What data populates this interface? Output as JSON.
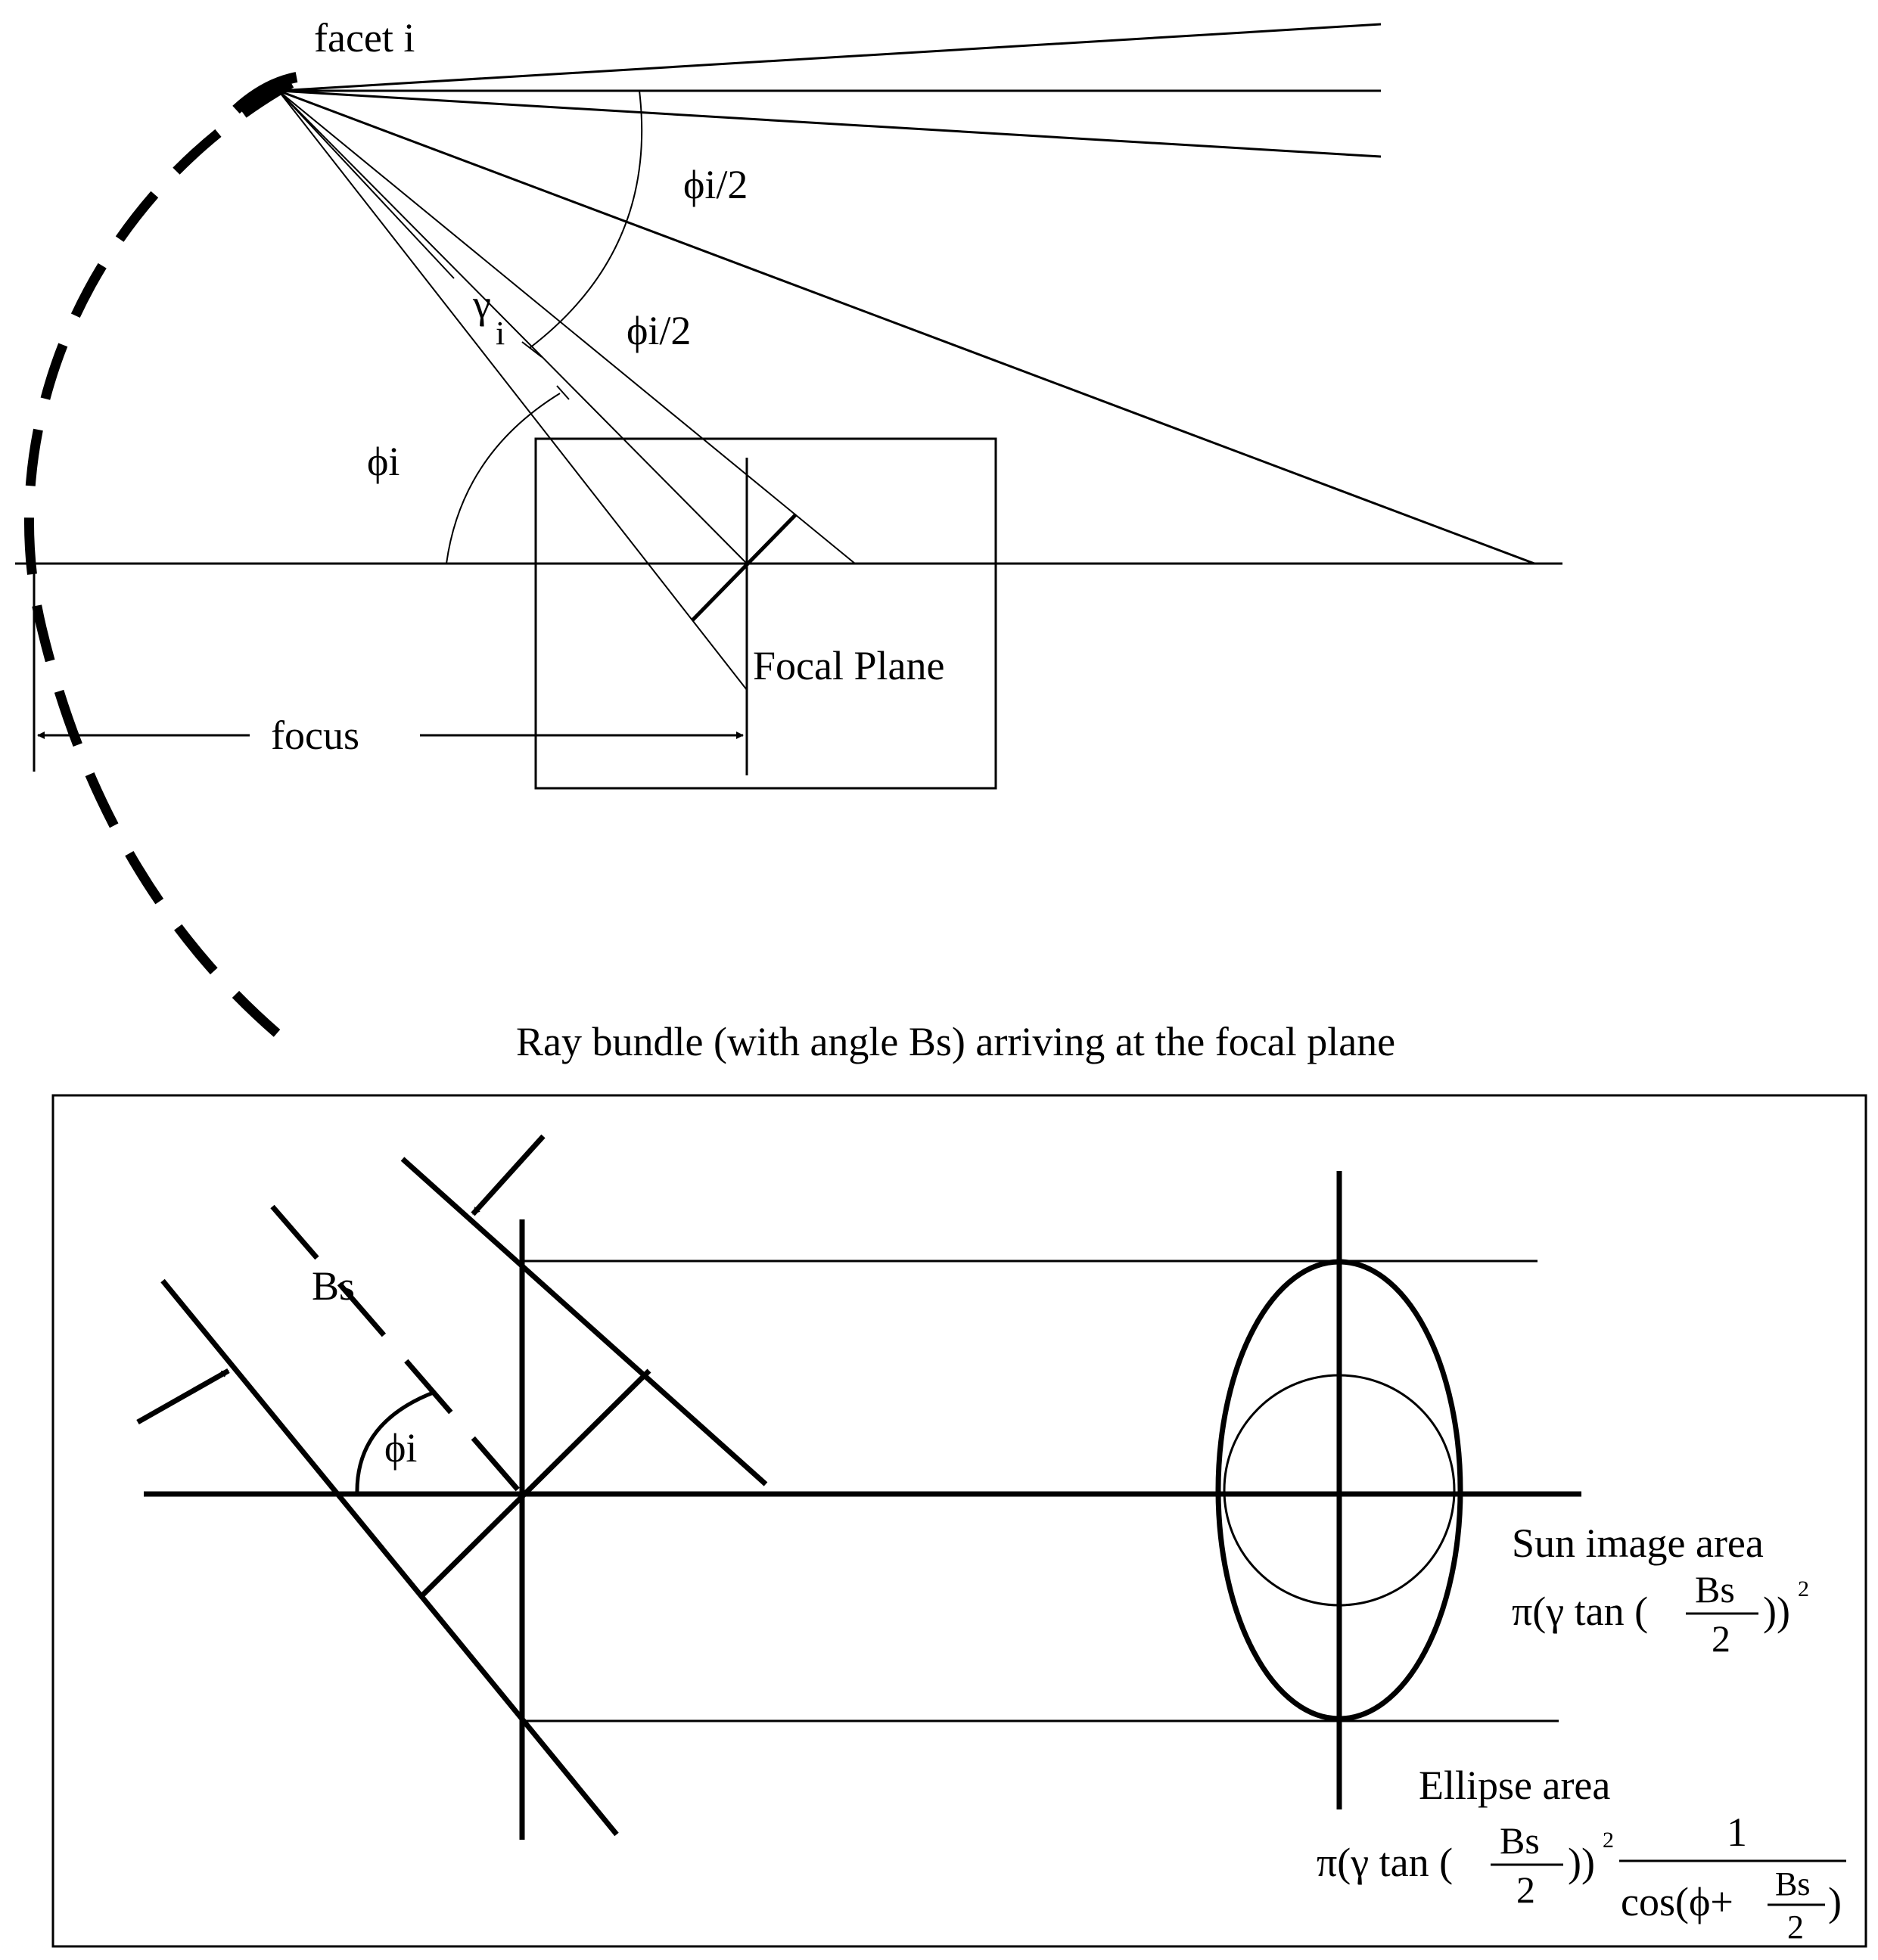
{
  "top": {
    "facet_label": "facet i",
    "half_angle_upper": "ϕi/2",
    "half_angle_lower": "ϕi/2",
    "gamma_symbol": "γ",
    "gamma_subscript": "i",
    "phi_label": "ϕi",
    "focal_plane_label": "Focal Plane",
    "focus_label": "focus"
  },
  "bottom": {
    "caption": "Ray bundle (with angle Bs) arriving at the focal plane",
    "bs_label": "Bs",
    "phi_label": "ϕi",
    "sun_area": {
      "title": "Sun image area",
      "prefix": "π(γ tan (",
      "numerator": "Bs",
      "denominator": "2",
      "suffix": "))",
      "exponent": "2"
    },
    "ellipse_area": {
      "title": "Ellipse area",
      "prefix": "π(γ tan (",
      "numerator": "Bs",
      "denominator": "2",
      "suffix": "))",
      "exponent": "2",
      "one": "1",
      "cos_prefix": "cos(ϕ+",
      "cos_numerator": "Bs",
      "cos_denominator": "2",
      "cos_suffix": ")"
    }
  }
}
